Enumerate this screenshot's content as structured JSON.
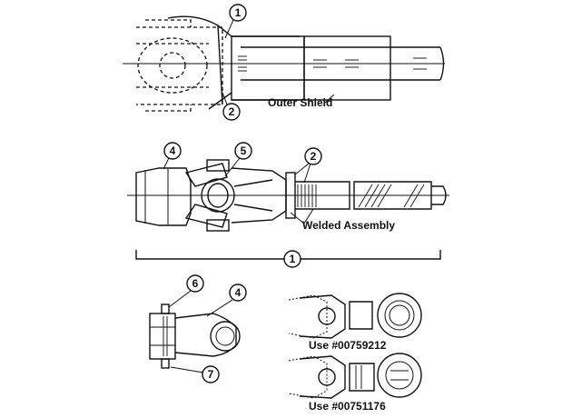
{
  "callouts": {
    "c1_top": "1",
    "c2_top": "2",
    "c4_mid": "4",
    "c5_mid": "5",
    "c2_mid": "2",
    "c1_bracket": "1",
    "c6_bot": "6",
    "c4_bot": "4",
    "c7_bot": "7"
  },
  "labels": {
    "outer_shield": "Outer Shield",
    "welded_assembly": "Welded Assembly",
    "use_1": "Use #00759212",
    "use_2": "Use #00751176"
  }
}
